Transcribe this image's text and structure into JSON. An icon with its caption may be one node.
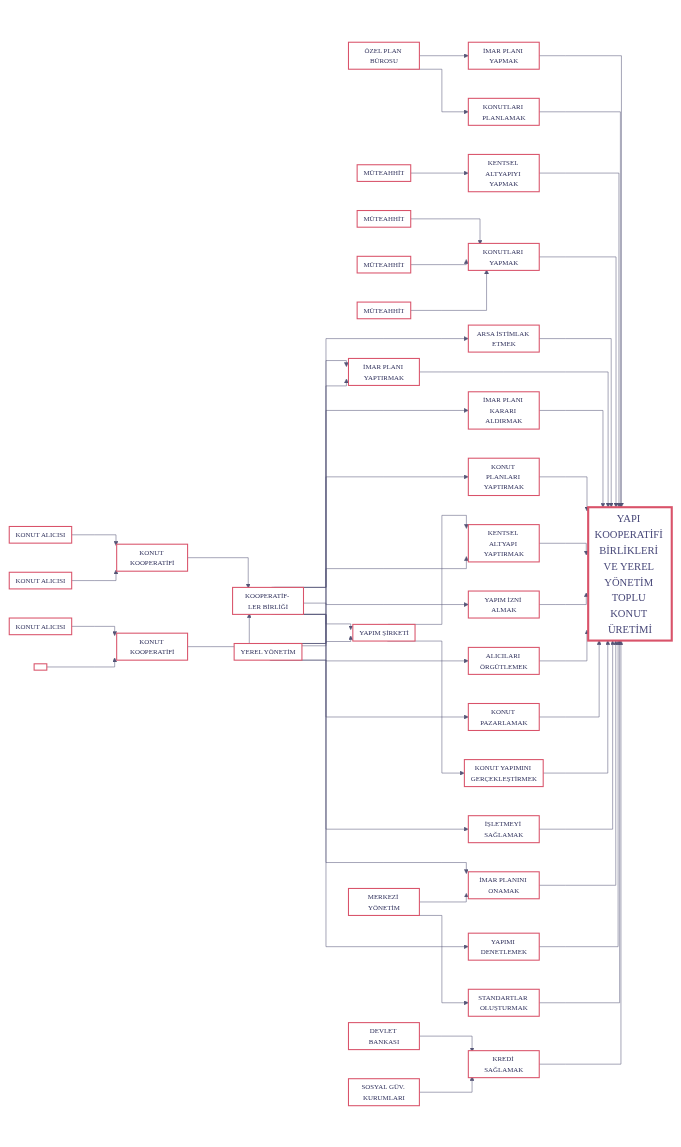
{
  "diagram": {
    "nodes": [
      {
        "text": [
          "ÖZEL PLAN BÜROSU"
        ]
      },
      {
        "text": [
          "MÜTEAHHİT"
        ]
      },
      {
        "text": [
          "MÜTEAHHİT"
        ]
      },
      {
        "text": [
          "MÜTEAHHİT"
        ]
      },
      {
        "text": [
          "MÜTEAHHİT"
        ]
      },
      {
        "text": [
          "İMAR PLANI YAPMAK"
        ]
      },
      {
        "text": [
          "KONUTLARI PLANLAMAK"
        ]
      },
      {
        "text": [
          "KENTSEL ALTYAPIYI YAPMAK"
        ]
      },
      {
        "text": [
          "KONUTLARI YAPMAK"
        ]
      },
      {
        "text": [
          "YAPI KOOPERATİFİ BİRLİKLERİ VE YEREL YÖNETİM TOPLU KONUT ÜRETİMİ"
        ]
      },
      {
        "text": [
          "ARSA İSTİMLAK ETMEK"
        ]
      },
      {
        "text": [
          "İMAR PLANI YAPTIRMAK"
        ]
      },
      {
        "text": [
          "İMAR PLANI KARARI ALDIRMAK"
        ]
      },
      {
        "text": [
          "KONUT PLANLARI YAPTIRMAK"
        ]
      },
      {
        "text": [
          "KENTSEL ALTYAPI YAPTIRMAK"
        ]
      },
      {
        "text": [
          "YAPIM İZNİ ALMAK"
        ]
      },
      {
        "text": [
          "ALICILARI ÖRGÜTLEMEK"
        ]
      },
      {
        "text": [
          "KONUT PAZARLAMAK"
        ]
      },
      {
        "text": [
          "KONUT YAPIMINI GERÇEKLEŞTİRMEK"
        ]
      },
      {
        "text": [
          "İŞLETMEYİ SAĞLAMAK"
        ]
      },
      {
        "text": [
          "İMAR PLANINI ONAMAK"
        ]
      },
      {
        "text": [
          "YAPIMI DENETLEMEK"
        ]
      },
      {
        "text": [
          "STANDARTLAR OLUŞTURMAK"
        ]
      },
      {
        "text": [
          "KREDİ SAĞLAMAK"
        ]
      },
      {
        "text": [
          "YAPIM ŞİRKETİ"
        ]
      },
      {
        "text": [
          "KOOPERATİF- LER BİRLİĞİ"
        ]
      },
      {
        "text": [
          "YEREL YÖNETİM"
        ]
      },
      {
        "text": [
          "MERKEZİ YÖNETİM"
        ]
      },
      {
        "text": [
          "DEVLET BANKASI"
        ]
      },
      {
        "text": [
          "SOSYAL GÜV. KURUMLARI"
        ]
      },
      {
        "text": [
          "KONUT KOOPERATİFİ"
        ]
      },
      {
        "text": [
          "KONUT KOOPERATİFİ"
        ]
      },
      {
        "text": [
          "KONUT ALICISI"
        ]
      },
      {
        "text": [
          "KONUT ALICISI"
        ]
      },
      {
        "text": [
          "KONUT ALICISI"
        ]
      },
      {
        "text": [],
        "shape": "box"
      }
    ],
    "edges": [
      {
        "from": 0,
        "to": 5,
        "arrow": "to"
      },
      {
        "from": 0,
        "to": 6,
        "arrow": "to"
      },
      {
        "from": 1,
        "to": 7,
        "arrow": "to"
      },
      {
        "from": 2,
        "to": 8,
        "arrow": "to"
      },
      {
        "from": 3,
        "to": 8,
        "arrow": "to"
      },
      {
        "from": 4,
        "to": 8,
        "arrow": "to"
      },
      {
        "from": 5,
        "to": 9,
        "arrow": "to"
      },
      {
        "from": 6,
        "to": 9,
        "arrow": "to"
      },
      {
        "from": 7,
        "to": 9,
        "arrow": "to"
      },
      {
        "from": 8,
        "to": 9,
        "arrow": "to"
      },
      {
        "from": 10,
        "to": 9,
        "arrow": "to"
      },
      {
        "from": 11,
        "to": 9,
        "arrow": "to"
      },
      {
        "from": 12,
        "to": 9,
        "arrow": "to"
      },
      {
        "from": 13,
        "to": 9,
        "arrow": "to"
      },
      {
        "from": 14,
        "to": 9,
        "arrow": "to"
      },
      {
        "from": 15,
        "to": 9,
        "arrow": "to"
      },
      {
        "from": 16,
        "to": 9,
        "arrow": "to"
      },
      {
        "from": 17,
        "to": 9,
        "arrow": "to"
      },
      {
        "from": 18,
        "to": 9,
        "arrow": "to"
      },
      {
        "from": 19,
        "to": 9,
        "arrow": "to"
      },
      {
        "from": 20,
        "to": 9,
        "arrow": "to"
      },
      {
        "from": 21,
        "to": 9,
        "arrow": "to"
      },
      {
        "from": 22,
        "to": 9,
        "arrow": "to"
      },
      {
        "from": 23,
        "to": 9,
        "arrow": "to"
      },
      {
        "from": 26,
        "to": 10,
        "arrow": "to"
      },
      {
        "from": 25,
        "to": 11,
        "arrow": "to"
      },
      {
        "from": 26,
        "to": 11,
        "arrow": "to"
      },
      {
        "from": 25,
        "to": 12,
        "arrow": "to"
      },
      {
        "from": 25,
        "to": 13,
        "arrow": "to"
      },
      {
        "from": 24,
        "to": 14,
        "arrow": "to"
      },
      {
        "from": 26,
        "to": 14,
        "arrow": "to"
      },
      {
        "from": 25,
        "to": 15,
        "arrow": "to"
      },
      {
        "from": 25,
        "to": 16,
        "arrow": "to"
      },
      {
        "from": 25,
        "to": 17,
        "arrow": "to"
      },
      {
        "from": 24,
        "to": 18,
        "arrow": "to"
      },
      {
        "from": 25,
        "to": 19,
        "arrow": "to"
      },
      {
        "from": 26,
        "to": 20,
        "arrow": "to"
      },
      {
        "from": 27,
        "to": 20,
        "arrow": "to"
      },
      {
        "from": 26,
        "to": 21,
        "arrow": "to"
      },
      {
        "from": 27,
        "to": 22,
        "arrow": "to"
      },
      {
        "from": 28,
        "to": 23,
        "arrow": "to"
      },
      {
        "from": 29,
        "to": 23,
        "arrow": "to"
      },
      {
        "from": 25,
        "to": 24,
        "arrow": "to"
      },
      {
        "from": 26,
        "to": 24,
        "arrow": "to"
      },
      {
        "from": 30,
        "to": 25,
        "arrow": "to"
      },
      {
        "from": 31,
        "to": 25,
        "arrow": "to"
      },
      {
        "from": 32,
        "to": 30,
        "arrow": "to"
      },
      {
        "from": 33,
        "to": 30,
        "arrow": "to"
      },
      {
        "from": 34,
        "to": 31,
        "arrow": "to"
      },
      {
        "from": 35,
        "to": 31,
        "arrow": "to"
      }
    ]
  }
}
